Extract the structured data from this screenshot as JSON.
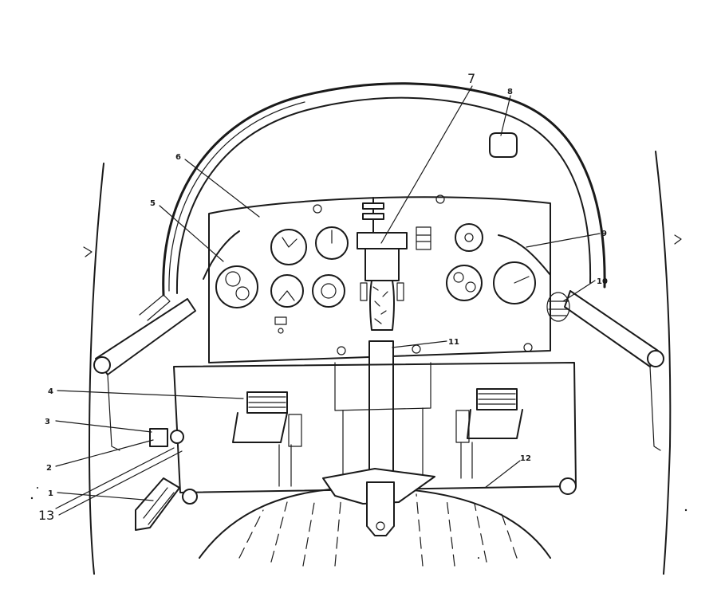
{
  "callouts": [
    {
      "id": "1",
      "text": "1"
    },
    {
      "id": "2",
      "text": "2"
    },
    {
      "id": "3",
      "text": "3"
    },
    {
      "id": "4",
      "text": "4"
    },
    {
      "id": "5",
      "text": "5"
    },
    {
      "id": "6",
      "text": "6"
    },
    {
      "id": "7",
      "text": "7"
    },
    {
      "id": "8",
      "text": "8"
    },
    {
      "id": "9",
      "text": "9"
    },
    {
      "id": "10",
      "text": "10"
    },
    {
      "id": "11",
      "text": "11"
    },
    {
      "id": "12",
      "text": "12"
    },
    {
      "id": "13",
      "text": "13"
    }
  ],
  "colors": {
    "ink": "#1a1a1a",
    "paper": "#ffffff"
  }
}
